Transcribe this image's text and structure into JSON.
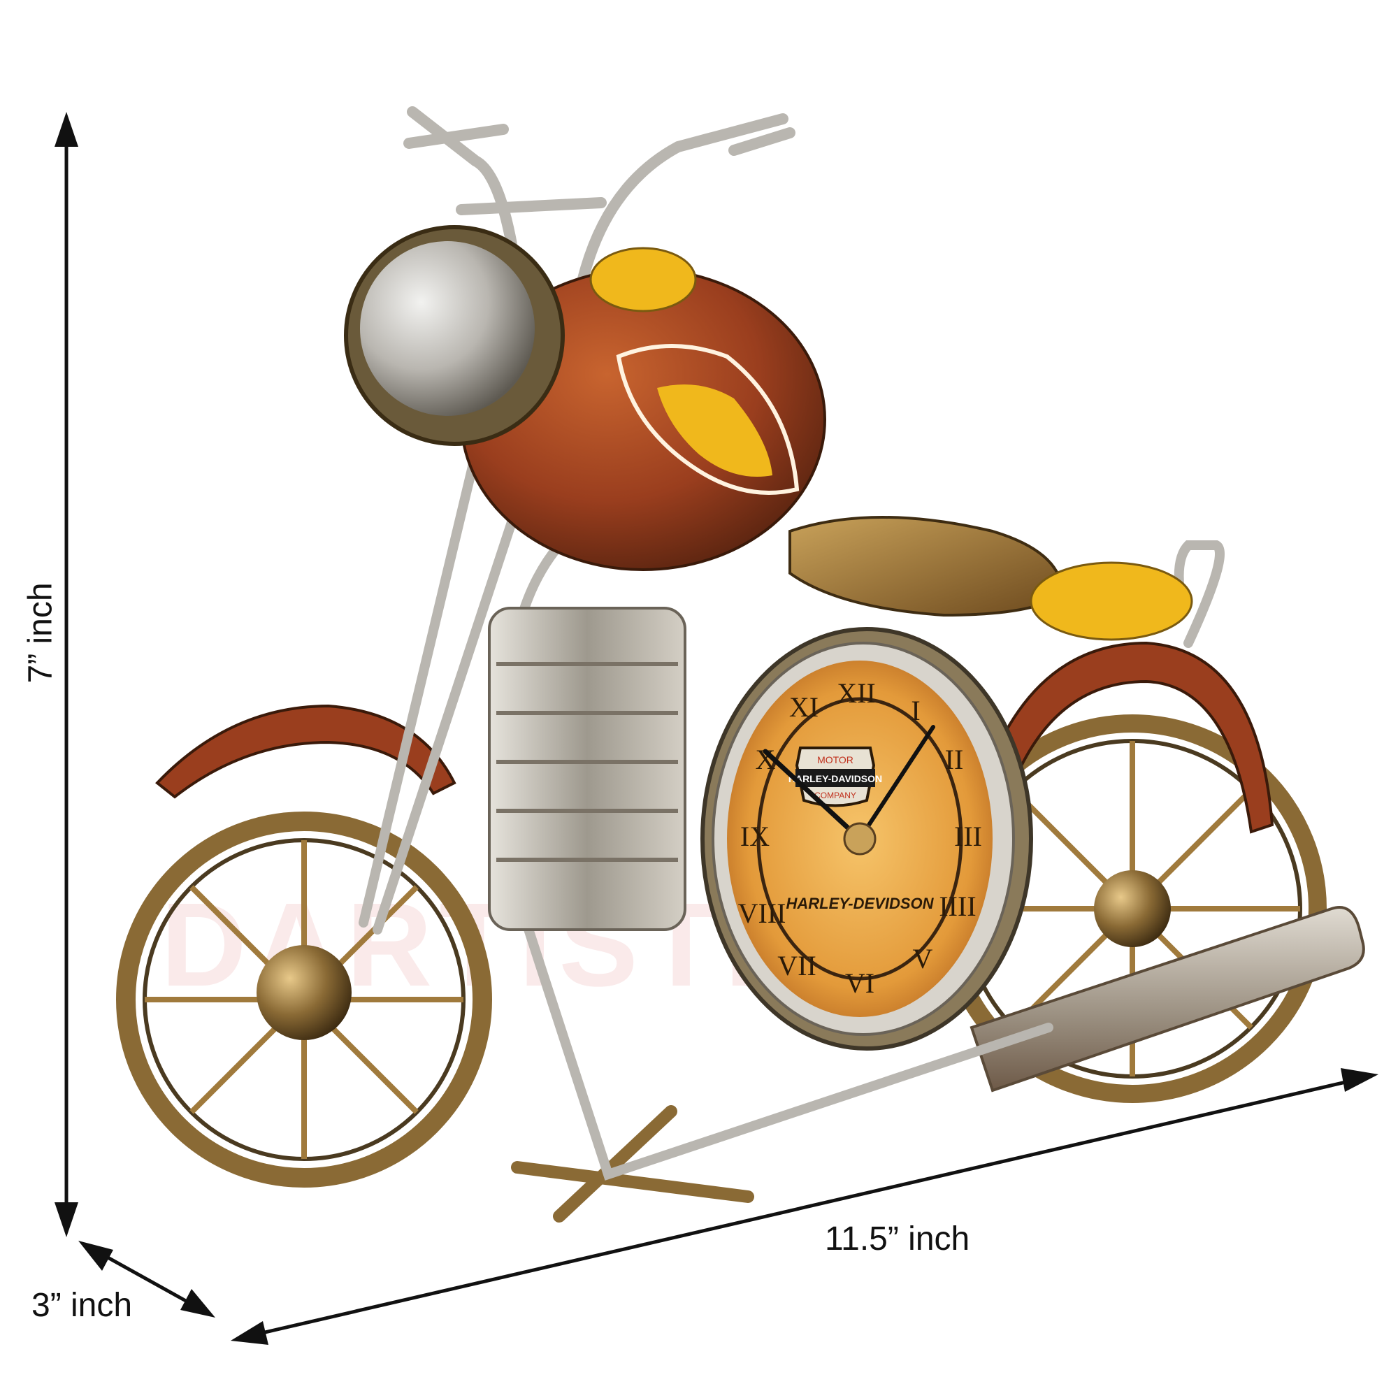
{
  "image": {
    "subject": "motorcycle-table-clock",
    "background_color": "#ffffff"
  },
  "dimensions": {
    "height_label": "7” inch",
    "width_label": "11.5” inch",
    "depth_label": "3” inch"
  },
  "clock": {
    "brand_text_top": "MOTOR",
    "brand_text_main": "HARLEY-DAVIDSON",
    "brand_text_bottom": "COMPANY",
    "brand_text_arc": "HARLEY-DEVIDSON",
    "numerals": [
      "XII",
      "I",
      "II",
      "III",
      "IIII",
      "V",
      "VI",
      "VII",
      "VIII",
      "IX",
      "X",
      "XI"
    ]
  },
  "watermark": "DARTISTR",
  "colors": {
    "tank": "#9a3e1e",
    "tank_highlight": "#c8642f",
    "yellow": "#f0b81c",
    "silver": "#b9b6b0",
    "bronze": "#8a6a35",
    "dial": "#e9a94a"
  }
}
